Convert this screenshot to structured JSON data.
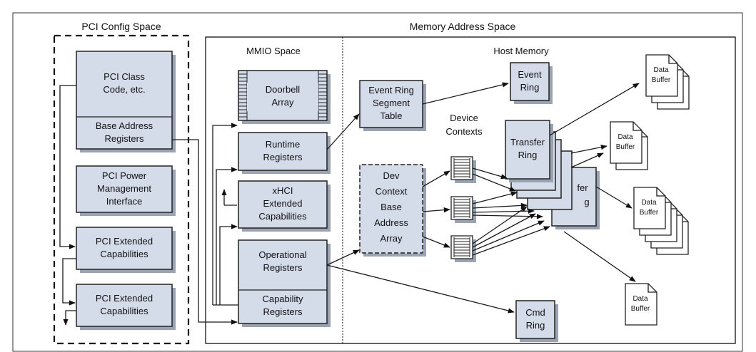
{
  "headers": {
    "pci_config_space": "PCI Config Space",
    "memory_address_space": "Memory Address Space",
    "mmio_space": "MMIO Space",
    "host_memory": "Host Memory",
    "device_contexts": [
      "Device",
      "Contexts"
    ]
  },
  "pci": {
    "class_code": [
      "PCI Class",
      "Code, etc."
    ],
    "bar": [
      "Base Address",
      "Registers"
    ],
    "power_mgmt": [
      "PCI Power",
      "Management",
      "Interface"
    ],
    "ext_cap_1": [
      "PCI Extended",
      "Capabilities"
    ],
    "ext_cap_2": [
      "PCI Extended",
      "Capabilities"
    ]
  },
  "mmio": {
    "doorbell": [
      "Doorbell",
      "Array"
    ],
    "runtime": [
      "Runtime",
      "Registers"
    ],
    "xhci_ext": [
      "xHCI",
      "Extended",
      "Capabilities"
    ],
    "operational": [
      "Operational",
      "Registers"
    ],
    "capability": [
      "Capability",
      "Registers"
    ]
  },
  "host": {
    "erst": [
      "Event Ring",
      "Segment",
      "Table"
    ],
    "event_ring": [
      "Event",
      "Ring"
    ],
    "dcbaa": [
      "Dev",
      "Context",
      "Base",
      "Address",
      "Array"
    ],
    "transfer_ring": [
      "Transfer",
      "Ring"
    ],
    "transfer_ring_back": [
      "fer",
      "g"
    ],
    "cmd_ring": [
      "Cmd",
      "Ring"
    ],
    "data_buffer": [
      "Data",
      "Buffer"
    ]
  }
}
